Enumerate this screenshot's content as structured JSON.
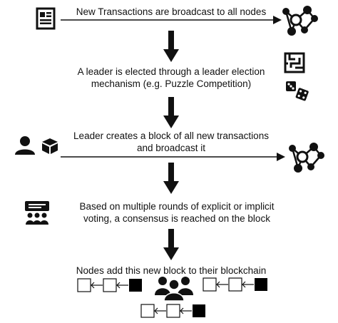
{
  "steps": [
    {
      "text": "New Transactions are broadcast to all nodes"
    },
    {
      "line1": "A leader is elected through a leader election",
      "line2": "mechanism (e.g. Puzzle Competition)"
    },
    {
      "line1": "Leader creates a block of all new transactions",
      "line2": "and broadcast it"
    },
    {
      "line1": "Based on multiple rounds of explicit or implicit",
      "line2": "voting, a consensus is reached on the block"
    },
    {
      "text": "Nodes add this new block to their blockchain"
    }
  ],
  "icons": {
    "transactions": "newspaper-icon",
    "network": "network-graph-icon",
    "puzzle": "maze-icon",
    "dice": "dice-icon",
    "leader": "user-icon",
    "block": "cube-icon",
    "voting": "meeting-icon",
    "nodes": "group-icon"
  },
  "colors": {
    "ink": "#111111",
    "block_filled": "#000000",
    "block_empty": "#ffffff"
  }
}
